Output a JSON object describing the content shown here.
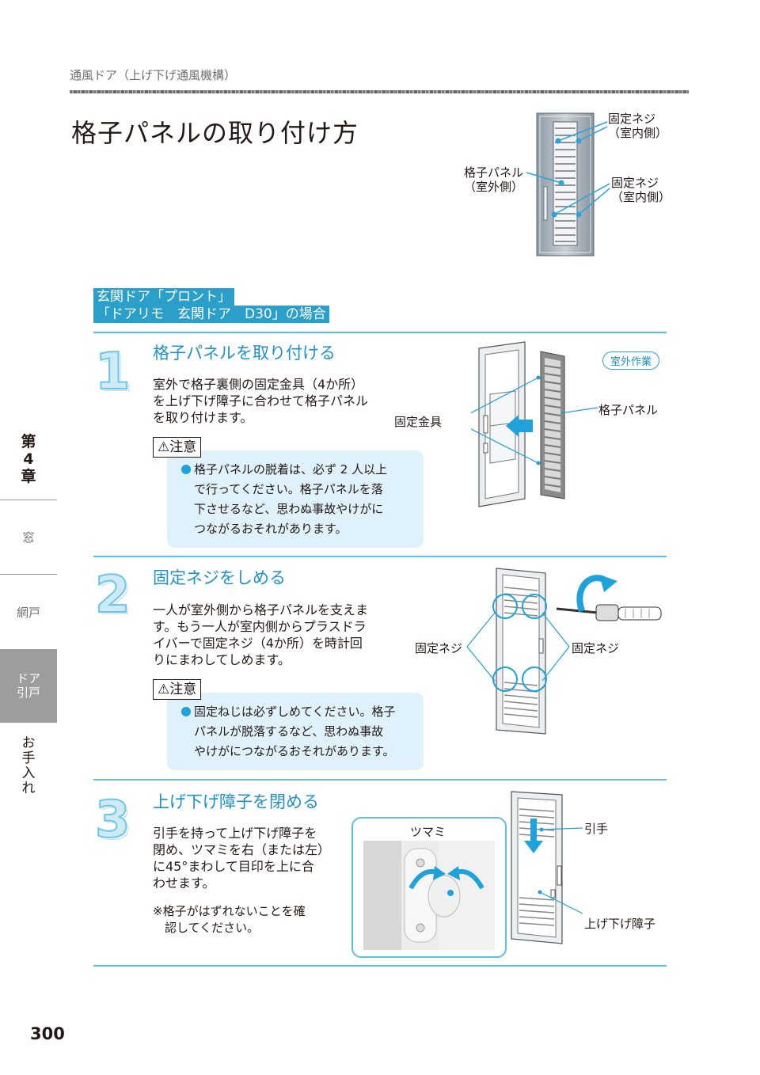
{
  "header": {
    "section": "通風ドア（上げ下げ通風機構）",
    "title": "格子パネルの取り付け方"
  },
  "overview": {
    "screw_top_1": "固定ネジ",
    "screw_top_2": "（室内側）",
    "screw_bottom_1": "固定ネジ",
    "screw_bottom_2": "（室内側）",
    "panel_1": "格子パネル",
    "panel_2": "（室外側）"
  },
  "tag": {
    "line1": "玄関ドア「プロント」",
    "line2": "「ドアリモ　玄関ドア　D30」の場合"
  },
  "steps": [
    {
      "num": "1",
      "heading": "格子パネルを取り付ける",
      "body": [
        "室外で格子裏側の固定金具（4か所）",
        "を上げ下げ障子に合わせて格子パネル",
        "を取り付けます。"
      ],
      "caution": "注意",
      "note": [
        "格子パネルの脱着は、必ず 2 人以上",
        "で行ってください。格子パネルを落",
        "下させるなど、思わぬ事故やけがに",
        "つながるおそれがあります。"
      ],
      "badge": "室外作業",
      "label_fitting": "固定金具",
      "label_panel": "格子パネル"
    },
    {
      "num": "2",
      "heading": "固定ネジをしめる",
      "body": [
        "一人が室外側から格子パネルを支えま",
        "す。もう一人が室内側からプラスドラ",
        "イバーで固定ネジ（4か所）を時計回",
        "りにまわしてしめます。"
      ],
      "caution": "注意",
      "note": [
        "固定ねじは必ずしめてください。格子",
        "パネルが脱落するなど、思わぬ事故",
        "やけがにつながるおそれがあります。"
      ],
      "label_left": "固定ネジ",
      "label_right": "固定ネジ"
    },
    {
      "num": "3",
      "heading": "上げ下げ障子を閉める",
      "body": [
        "引手を持って上げ下げ障子を",
        "閉め、ツマミを右（または左）",
        "に45°まわして目印を上に合",
        "わせます。"
      ],
      "remark": [
        "※格子がはずれないことを確",
        "　認してください。"
      ],
      "label_knob": "ツマミ",
      "label_handle": "引手",
      "label_sash": "上げ下げ障子"
    }
  ],
  "sidebar": {
    "chapter": [
      "第",
      "4",
      "章"
    ],
    "items": [
      "窓",
      "網戸",
      "ドア",
      "引戸",
      "お",
      "手",
      "入",
      "れ"
    ]
  },
  "page_number": "300",
  "colors": {
    "accent": "#1f93c8",
    "tag_bg": "#2a9fc9",
    "note_bg": "#dff1fa",
    "sidebar_active": "#9d9d9d"
  }
}
